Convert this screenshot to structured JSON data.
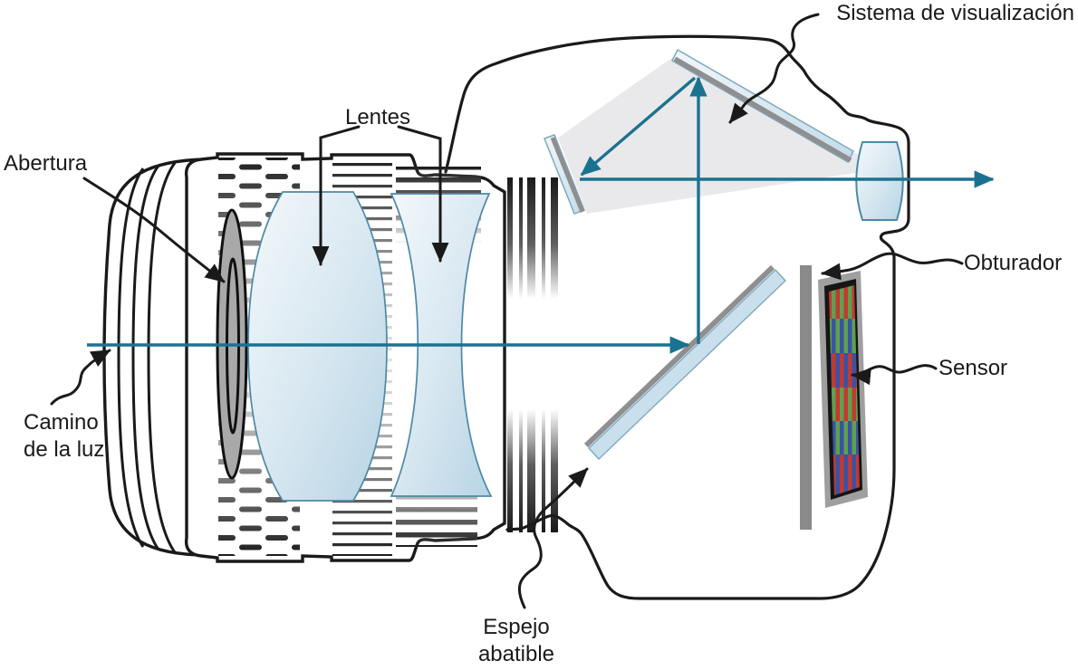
{
  "figure": {
    "type": "camera-cross-section-diagram",
    "labels": {
      "viewing_system": "Sistema de visualización",
      "lenses": "Lentes",
      "aperture": "Abertura",
      "light_path": [
        "Camino",
        "de la luz"
      ],
      "shutter": "Obturador",
      "sensor": "Sensor",
      "flip_mirror": [
        "Espejo",
        "abatible"
      ]
    },
    "colors": {
      "light_path_teal": "#1b7290",
      "outline_black": "#1a1a1a",
      "lens_blue_light": "#eef5f9",
      "lens_blue": "#bcd8e6",
      "lens_edge_blue": "#4d89a6",
      "mirror_gray_edge": "#8f8f8f",
      "prism_gray": "#e9e9eb",
      "aperture_gray": "#a9a9a9",
      "shutter_gray": "#8a8a8a",
      "sensor_red": "#c13a32",
      "sensor_green": "#5ea04e",
      "sensor_blue": "#3a53a4"
    },
    "components": [
      "lens-barrel",
      "aperture",
      "front-lens",
      "rear-lens",
      "flip-mirror",
      "pentaprism",
      "viewfinder-mirrors",
      "eyepiece-lens",
      "shutter",
      "sensor",
      "light-path-arrows",
      "camera-body"
    ]
  }
}
